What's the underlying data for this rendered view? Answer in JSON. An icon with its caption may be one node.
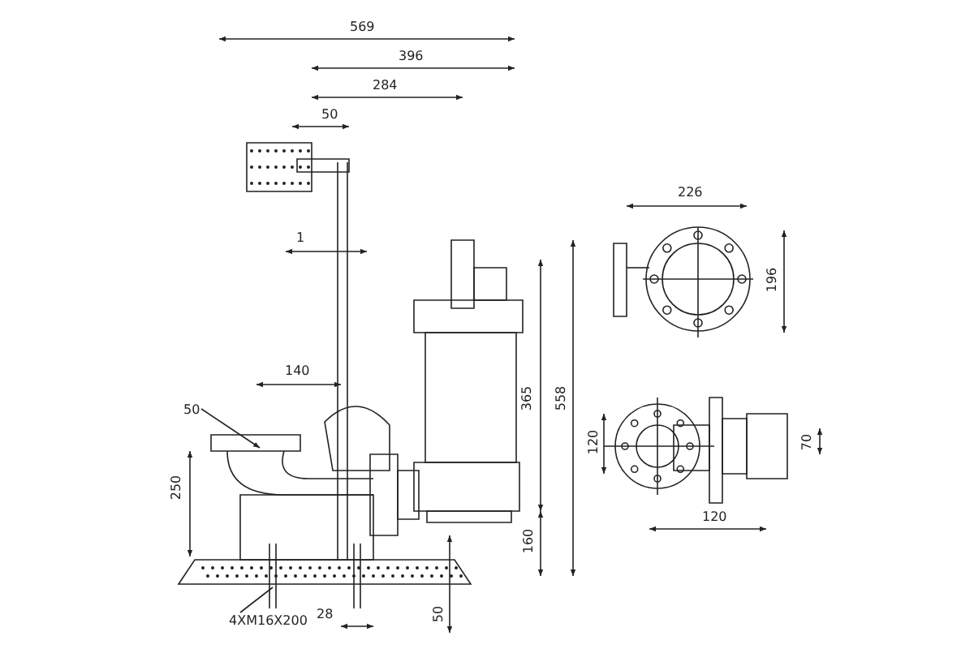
{
  "diagram": {
    "nodes": [
      {
        "text": [
          "50"
        ]
      },
      {
        "text": [
          "4XM16X200"
        ]
      }
    ],
    "edges": [
      {
        "from": 0,
        "to": null,
        "arrow": "to"
      },
      {
        "from": 1,
        "to": null,
        "arrow": "none"
      }
    ],
    "labels": [
      "569",
      "396",
      "284",
      "50",
      "226",
      "1",
      "196",
      "140",
      "365",
      "558",
      "120",
      "70",
      "250",
      "120",
      "160",
      "28",
      "50"
    ]
  }
}
